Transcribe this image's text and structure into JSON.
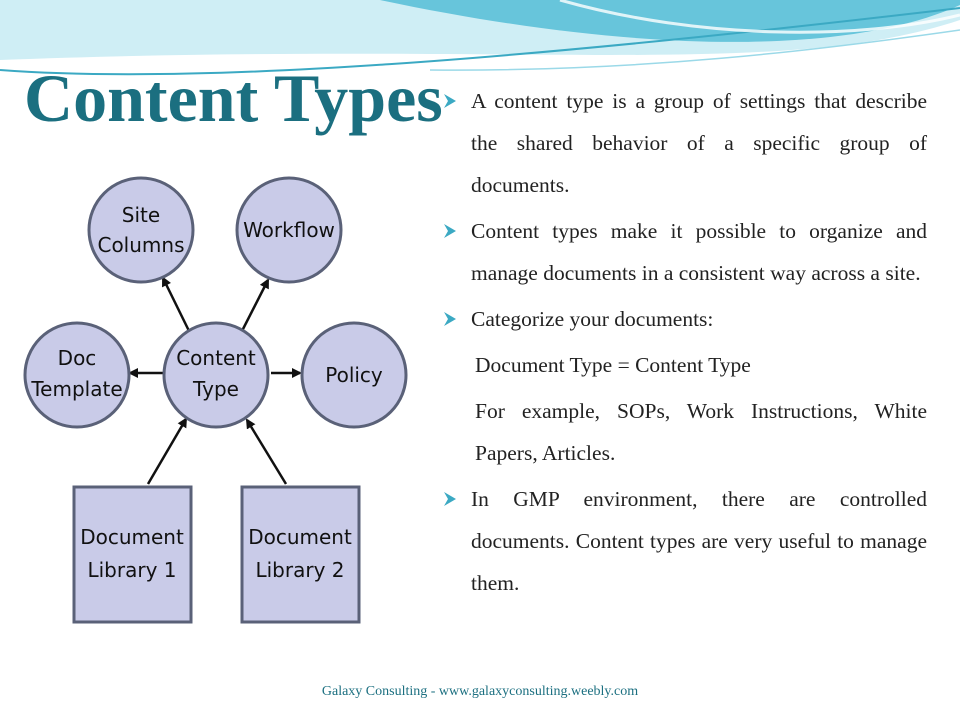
{
  "slide": {
    "title": "Content Types",
    "bullets": [
      {
        "text": "A content type is a group of settings that describe the shared behavior  of a specific group of documents."
      },
      {
        "text": "Content types make it possible to organize and manage documents in a consistent way across a site."
      },
      {
        "text": "Categorize your documents:"
      }
    ],
    "indented": [
      "Document Type = Content Type",
      "For example, SOPs, Work Instructions, White Papers, Articles."
    ],
    "last_bullet": "In GMP environment, there are controlled documents. Content types are very useful to manage them.",
    "footer": "Galaxy Consulting - www.galaxyconsulting.weebly.com"
  },
  "diagram": {
    "center": {
      "line1": "Content",
      "line2": "Type"
    },
    "site_columns": {
      "line1": "Site",
      "line2": "Columns"
    },
    "workflow": {
      "line1": "Workflow"
    },
    "doc_template": {
      "line1": "Doc",
      "line2": "Template"
    },
    "policy": {
      "line1": "Policy"
    },
    "library1": {
      "line1": "Document",
      "line2": "Library 1"
    },
    "library2": {
      "line1": "Document",
      "line2": "Library 2"
    }
  },
  "colors": {
    "title": "#1b6f80",
    "node_fill": "#c9cbe8",
    "node_stroke": "#5a6178",
    "wave": "#4fb6cf"
  }
}
